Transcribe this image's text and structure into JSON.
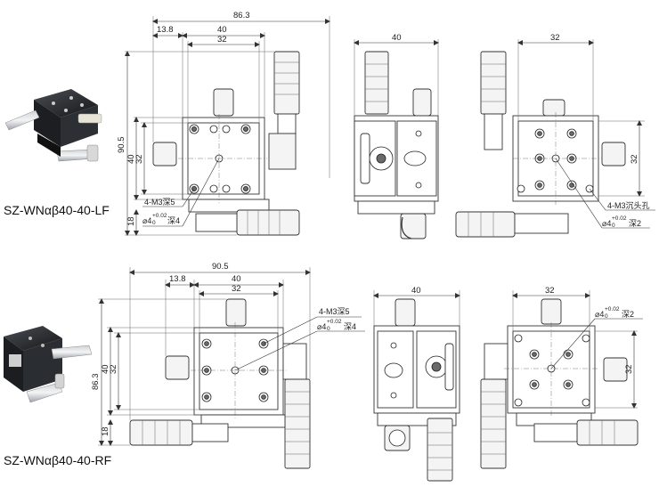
{
  "products": [
    {
      "model": "SZ-WNαβ40-40-LF",
      "front_view": {
        "dims": [
          "86.3",
          "13.8",
          "40",
          "32",
          "90.5",
          "40",
          "32",
          "18"
        ],
        "notes": [
          "4-M3深5",
          "⌀4",
          "+0.02",
          "0",
          "深4"
        ]
      },
      "side_view": {
        "dims": [
          "40"
        ]
      },
      "back_view": {
        "dims": [
          "32",
          "32"
        ],
        "notes": [
          "4-M3沉头孔",
          "⌀4",
          "+0.02",
          "0",
          "深2"
        ]
      }
    },
    {
      "model": "SZ-WNαβ40-40-RF",
      "front_view": {
        "dims": [
          "90.5",
          "13.8",
          "40",
          "32",
          "86.3",
          "40",
          "32",
          "18"
        ],
        "notes": [
          "4-M3深5",
          "⌀4",
          "+0.02",
          "0",
          "深4"
        ]
      },
      "side_view": {
        "dims": [
          "40"
        ]
      },
      "back_view": {
        "dims": [
          "32",
          "32"
        ],
        "notes": [
          "⌀4",
          "+0.02",
          "0",
          "深2"
        ]
      }
    }
  ]
}
